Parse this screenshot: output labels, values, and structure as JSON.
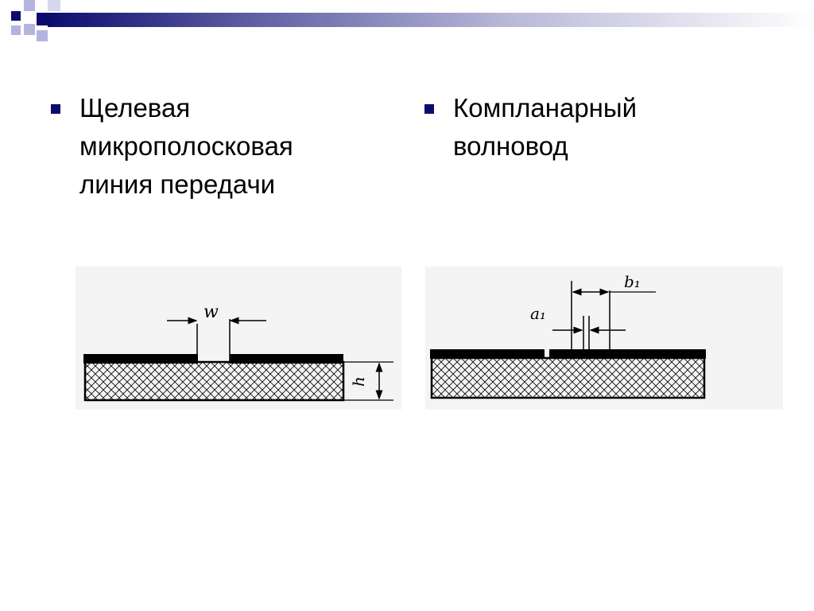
{
  "colors": {
    "bullet": "#0c0c6e",
    "deco_dark": "#0c0c6e",
    "deco_light": "#b4b4e0"
  },
  "left": {
    "lines": [
      "Щелевая",
      "микрополосковая",
      "линия передачи"
    ],
    "figure": {
      "labels": {
        "w": "w",
        "h": "h"
      }
    }
  },
  "right": {
    "lines": [
      "Компланарный",
      "волновод"
    ],
    "figure": {
      "labels": {
        "a1": "a₁",
        "b1": "b₁"
      }
    }
  }
}
